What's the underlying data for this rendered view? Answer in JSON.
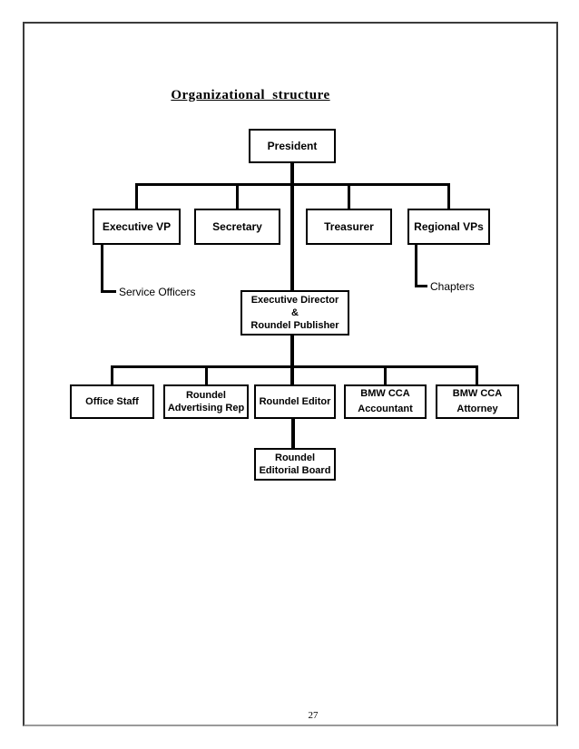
{
  "page": {
    "title": "Organizational structure",
    "number": "27"
  },
  "chart": {
    "type": "org-chart",
    "nodes": {
      "president": {
        "label": "President"
      },
      "executive_vp": {
        "label": "Executive VP"
      },
      "secretary": {
        "label": "Secretary"
      },
      "treasurer": {
        "label": "Treasurer"
      },
      "regional_vps": {
        "label": "Regional VPs"
      },
      "service_officers": {
        "label": "Service Officers"
      },
      "chapters": {
        "label": "Chapters"
      },
      "executive_director": {
        "label": "Executive Director\n&\nRoundel Publisher"
      },
      "office_staff": {
        "label": "Office Staff"
      },
      "roundel_advertising_rep": {
        "label": "Roundel\nAdvertising Rep"
      },
      "roundel_editor": {
        "label": "Roundel Editor"
      },
      "bmw_cca_accountant": {
        "label": "BMW CCA\nAccountant"
      },
      "bmw_cca_attorney": {
        "label": "BMW CCA\nAttorney"
      },
      "roundel_editorial_board": {
        "label": "Roundel\nEditorial Board"
      }
    },
    "hierarchy": [
      {
        "parent": "President",
        "children": [
          "Executive VP",
          "Secretary",
          "Treasurer",
          "Regional VPs",
          "Executive Director & Roundel Publisher"
        ]
      },
      {
        "parent": "Executive VP",
        "children": [
          "Service Officers"
        ]
      },
      {
        "parent": "Regional VPs",
        "children": [
          "Chapters"
        ]
      },
      {
        "parent": "Executive Director & Roundel Publisher",
        "children": [
          "Office Staff",
          "Roundel Advertising Rep",
          "Roundel Editor",
          "BMW CCA Accountant",
          "BMW CCA Attorney"
        ]
      },
      {
        "parent": "Roundel Editor",
        "children": [
          "Roundel Editorial Board"
        ]
      }
    ],
    "colors": {
      "line": "#000000",
      "box_border": "#000000",
      "box_background": "#ffffff",
      "page_border": "#3b3b3b",
      "page_background": "#ffffff"
    }
  }
}
